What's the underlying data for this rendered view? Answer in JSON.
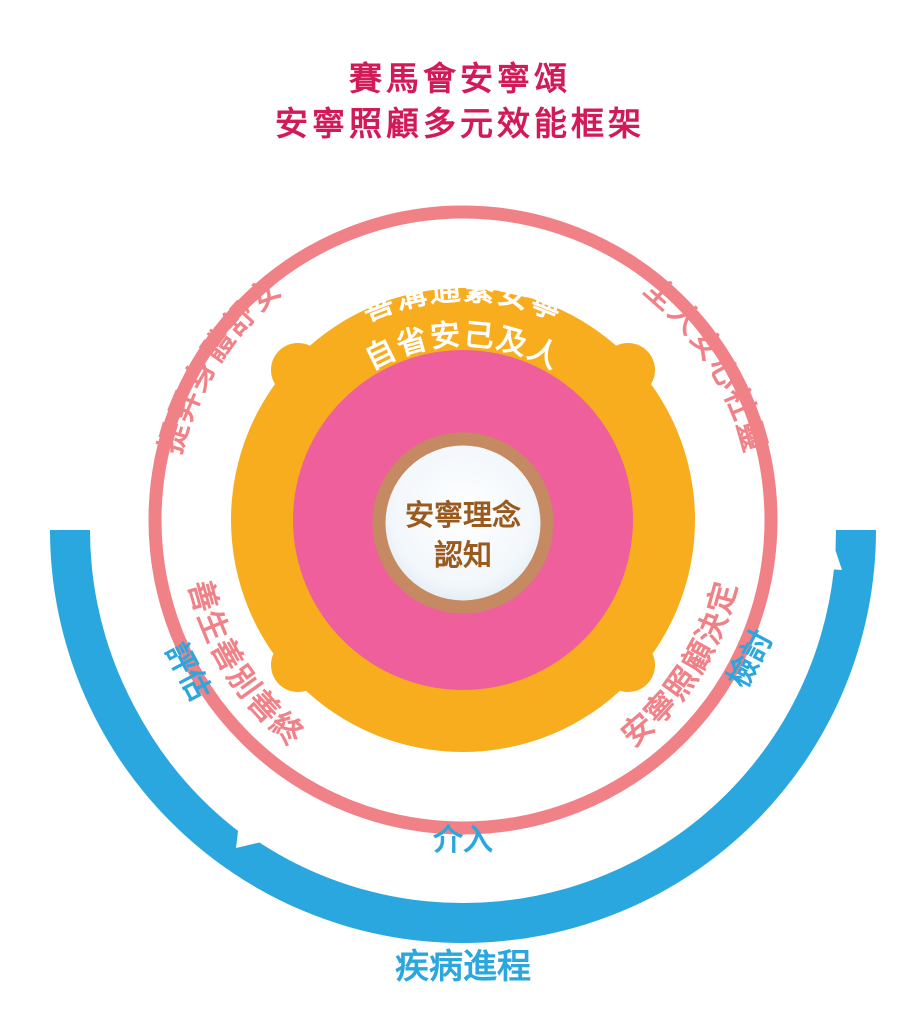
{
  "title": {
    "line1": "賽馬會安寧頌",
    "line2": "安寧照顧多元效能框架"
  },
  "rings": {
    "outer": {
      "top_left": "提昇身體舒安",
      "top_right": "全人安心社靈",
      "bottom_left": "善生善別善終",
      "bottom_right": "安寧照顧決定"
    },
    "orange": "善溝通繫安寧",
    "pink": "自省安己及人",
    "core": {
      "line1": "安寧理念",
      "line2": "認知"
    }
  },
  "process": {
    "assess": "評估",
    "intervene": "介入",
    "review": "檢討",
    "disease_progress": "疾病進程"
  },
  "colors": {
    "title": "#d11a57",
    "outer_ring": "#f08187",
    "orange": "#f7ad1d",
    "pink": "#ee5f9c",
    "core_border": "#c58a61",
    "core_text": "#9a5a1e",
    "blue": "#2aa7de",
    "white": "#ffffff"
  }
}
